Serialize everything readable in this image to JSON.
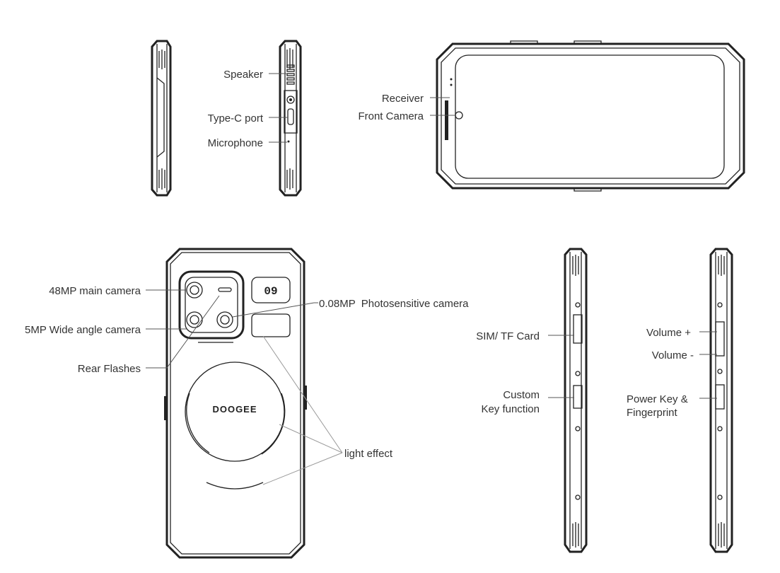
{
  "labels": {
    "speaker": "Speaker",
    "type_c_port": "Type-C port",
    "microphone": "Microphone",
    "receiver": "Receiver",
    "front_camera": "Front Camera",
    "main_camera": "48MP main camera",
    "wide_camera": "5MP Wide angle camera",
    "rear_flashes": "Rear Flashes",
    "photosensitive_camera": "0.08MP  Photosensitive camera",
    "light_effect": "light effect",
    "sim_tf_card": "SIM/ TF Card",
    "custom_key_line1": "Custom",
    "custom_key_line2": "Key function",
    "volume_up": "Volume +",
    "volume_down": "Volume -",
    "power_key_line1": "Power Key &",
    "power_key_line2": "Fingerprint"
  },
  "branding": {
    "logo_text": "DOOGEE",
    "model_badge": "09"
  }
}
